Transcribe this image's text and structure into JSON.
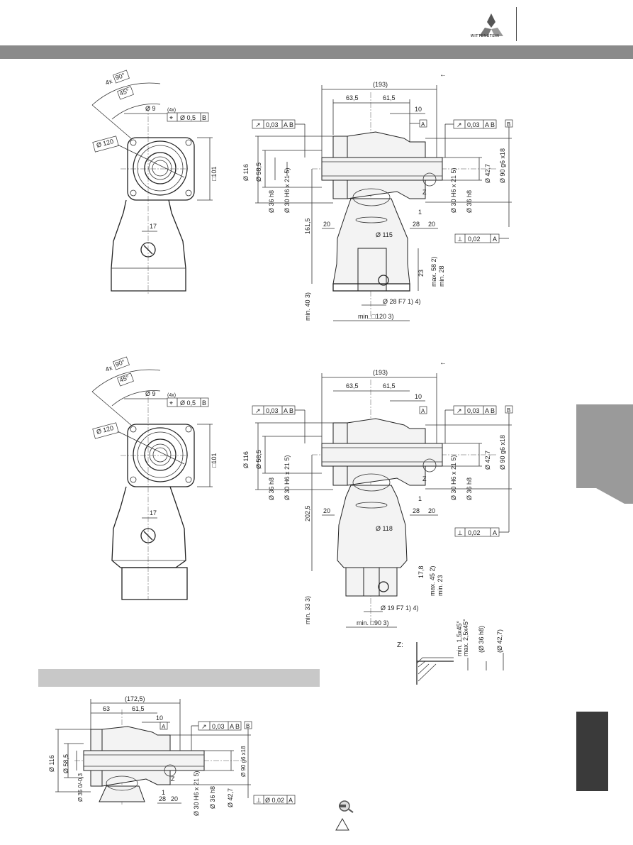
{
  "header": {
    "logo_text": "WITTENSTEIN"
  },
  "drawing_top": {
    "angle_label": "4x",
    "angle_90": "90°",
    "angle_45": "45°",
    "hole_dia": "Ø 9",
    "hole_count": "(4x)",
    "position_tol": "Ø 0,5",
    "position_datum": "B",
    "pcd": "Ø 120",
    "square": "□101",
    "dim_17": "17",
    "overall": "(193)",
    "d_63_5": "63,5",
    "d_61_5": "61,5",
    "d_10": "10",
    "datum_a": "A",
    "datum_b": "B",
    "runout_tol": "0,03",
    "runout_ref": "A B",
    "dia_116": "Ø 116",
    "dia_58_5": "Ø 58,5",
    "dia_36_h8": "Ø 36 h8",
    "spline_30": "Ø 30 H6 x 21 5)",
    "spline_30b": "Ø 30 H6 x 21 5)",
    "dia_36_h8b": "Ø 36 h8",
    "dia_42_7": "Ø 42,7",
    "dia_90": "Ø 90 g6 x18",
    "z_label": "Z",
    "d_161_5": "161,5",
    "d_20": "20",
    "d_1": "1",
    "d_28": "28",
    "d_20b": "20",
    "dia_115": "Ø 115",
    "perp_tol": "0,02",
    "perp_ref": "A",
    "max_58": "max. 58 2)",
    "min_28": "min. 28",
    "d_23": "23",
    "min_40": "min. 40 3)",
    "dia_28": "Ø 28 F7 1) 4)",
    "min_120": "min. □120 3)"
  },
  "drawing_mid": {
    "angle_label": "4x",
    "angle_90": "90°",
    "angle_45": "45°",
    "hole_dia": "Ø 9",
    "hole_count": "(4x)",
    "position_tol": "Ø 0,5",
    "position_datum": "B",
    "pcd": "Ø 120",
    "square": "□101",
    "dim_17": "17",
    "overall": "(193)",
    "d_63_5": "63,5",
    "d_61_5": "61,5",
    "d_10": "10",
    "datum_a": "A",
    "datum_b": "B",
    "runout_tol": "0,03",
    "runout_ref": "A B",
    "dia_116": "Ø 116",
    "dia_58_5": "Ø 58,5",
    "dia_36_h8": "Ø 36 h8",
    "spline_30": "Ø 30 H6 x 21 5)",
    "spline_30b": "Ø 30 H6 x 21 5)",
    "dia_36_h8b": "Ø 36 h8",
    "dia_42_7": "Ø 42,7",
    "dia_90": "Ø 90 g6 x18",
    "z_label": "Z",
    "d_202_5": "202,5",
    "d_20": "20",
    "d_1": "1",
    "d_28": "28",
    "d_20b": "20",
    "dia_118": "Ø 118",
    "perp_tol": "0,02",
    "perp_ref": "A",
    "d_17_8": "17,8",
    "max_45": "max. 45 2)",
    "min_23": "min. 23",
    "min_33": "min. 33 3)",
    "dia_19": "Ø 19 F7 1) 4)",
    "min_90": "min. □90 3)"
  },
  "detail_z": {
    "label": "Z:",
    "chamfer_min": "min. 1,5x45°",
    "chamfer_max": "max. 2,5x45°",
    "dia_36": "(Ø 36 h8)",
    "dia_42_7": "(Ø 42,7)"
  },
  "drawing_bottom": {
    "overall": "(172,5)",
    "d_63": "63",
    "d_61_5": "61,5",
    "d_10": "10",
    "datum_a": "A",
    "datum_b": "B",
    "runout_tol": "0,03",
    "runout_ref": "A B",
    "dia_116": "Ø 116",
    "dia_58_5": "Ø 58,5",
    "dia_35": "Ø 35 0/-0,3",
    "spline_30": "Ø 30 H6 x 21 5)",
    "dia_36_h8": "Ø 36 h8",
    "dia_42_7": "Ø 42,7",
    "dia_90": "Ø 90 g6 x18",
    "z_label": "Z",
    "d_1": "1",
    "d_28": "28",
    "d_20": "20",
    "perp_tol": "Ø 0,02",
    "perp_ref": "A"
  },
  "colors": {
    "bar": "#8a8a8a",
    "tab_light": "#9a9a9a",
    "tab_dark": "#3a3a3a",
    "section": "#c8c8c8"
  },
  "icons": [
    "wittenstein-logo-icon",
    "magnifier-icon",
    "warning-triangle-icon"
  ]
}
